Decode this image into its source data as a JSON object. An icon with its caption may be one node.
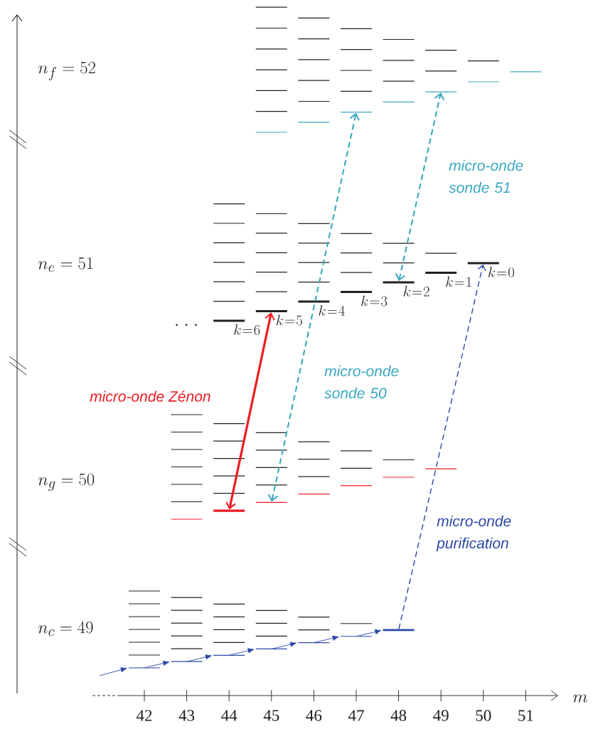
{
  "diagram": {
    "nodes": [
      {
        "text": [],
        "shape": "bar"
      },
      {
        "text": [],
        "shape": "bar"
      },
      {
        "text": [],
        "shape": "bar"
      },
      {
        "text": [],
        "shape": "bar"
      },
      {
        "text": [],
        "shape": "bar"
      },
      {
        "text": [],
        "shape": "bar"
      },
      {
        "text": [],
        "shape": "bar"
      },
      {
        "text": [],
        "shape": "bar",
        "beside": [
          "k=6"
        ]
      },
      {
        "text": [],
        "shape": "bar",
        "beside": [
          "k=5"
        ]
      },
      {
        "text": [],
        "shape": "bar",
        "beside": [
          "k=4"
        ]
      },
      {
        "text": [],
        "shape": "bar",
        "beside": [
          "k=3"
        ]
      },
      {
        "text": [],
        "shape": "bar",
        "beside": [
          "k=2"
        ]
      },
      {
        "text": [],
        "shape": "bar",
        "beside": [
          "k=1"
        ]
      },
      {
        "text": [],
        "shape": "bar",
        "beside": [
          "k=0"
        ]
      },
      {
        "text": [],
        "shape": "bar"
      },
      {
        "text": [],
        "shape": "bar"
      },
      {
        "text": [],
        "shape": "bar"
      },
      {
        "text": [],
        "shape": "bar"
      },
      {
        "text": [],
        "shape": "bar"
      },
      {
        "text": [],
        "shape": "bar"
      },
      {
        "text": [],
        "shape": "bar"
      },
      {
        "text": [],
        "shape": "bar"
      },
      {
        "text": [],
        "shape": "bar"
      },
      {
        "text": [],
        "shape": "bar"
      },
      {
        "text": [],
        "shape": "bar"
      },
      {
        "text": [],
        "shape": "bar"
      },
      {
        "text": [],
        "shape": "bar"
      },
      {
        "text": [],
        "shape": "bar"
      }
    ],
    "edges": [
      {
        "from": 15,
        "to": 8,
        "arrow": "both",
        "label": "micro-onde Zénon",
        "style": "thick",
        "color": "#ed1c24"
      },
      {
        "from": 16,
        "to": 2,
        "arrow": "both",
        "label": "micro-onde sonde 50",
        "style": "dashed",
        "color": "#3aa8c1"
      },
      {
        "from": 11,
        "to": 4,
        "arrow": "both",
        "label": "micro-onde sonde 51",
        "style": "dashed",
        "color": "#3aa8c1"
      },
      {
        "from": 27,
        "to": 13,
        "arrow": "to",
        "label": "micro-onde purification",
        "style": "dashed"
      },
      {
        "from": null,
        "to": 21,
        "arrow": "to"
      },
      {
        "from": 21,
        "to": 22,
        "arrow": "to"
      },
      {
        "from": 22,
        "to": 23,
        "arrow": "to"
      },
      {
        "from": 23,
        "to": 24,
        "arrow": "to"
      },
      {
        "from": 24,
        "to": 25,
        "arrow": "to"
      },
      {
        "from": 25,
        "to": 26,
        "arrow": "to"
      },
      {
        "from": 26,
        "to": 27,
        "arrow": "to"
      }
    ],
    "labels": [
      "n_{f} = 52",
      "n_{e} = 51",
      "· · ·",
      "n_{g} = 50",
      "n_{c} = 49",
      "42",
      "43",
      "44",
      "45",
      "46",
      "47",
      "48",
      "49",
      "50",
      "51",
      "m"
    ]
  }
}
